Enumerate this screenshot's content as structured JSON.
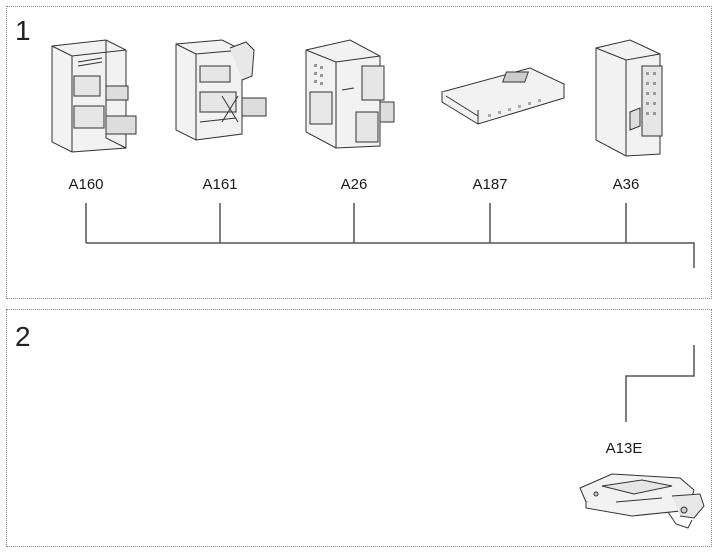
{
  "panels": [
    {
      "number": "1"
    },
    {
      "number": "2"
    }
  ],
  "components": [
    {
      "id": "A160"
    },
    {
      "id": "A161"
    },
    {
      "id": "A26"
    },
    {
      "id": "A187"
    },
    {
      "id": "A36"
    },
    {
      "id": "A13E"
    }
  ],
  "colors": {
    "line": "#555555",
    "border": "#8a8a8a",
    "module_fill": "#f2f2f2",
    "module_stroke": "#333333"
  }
}
